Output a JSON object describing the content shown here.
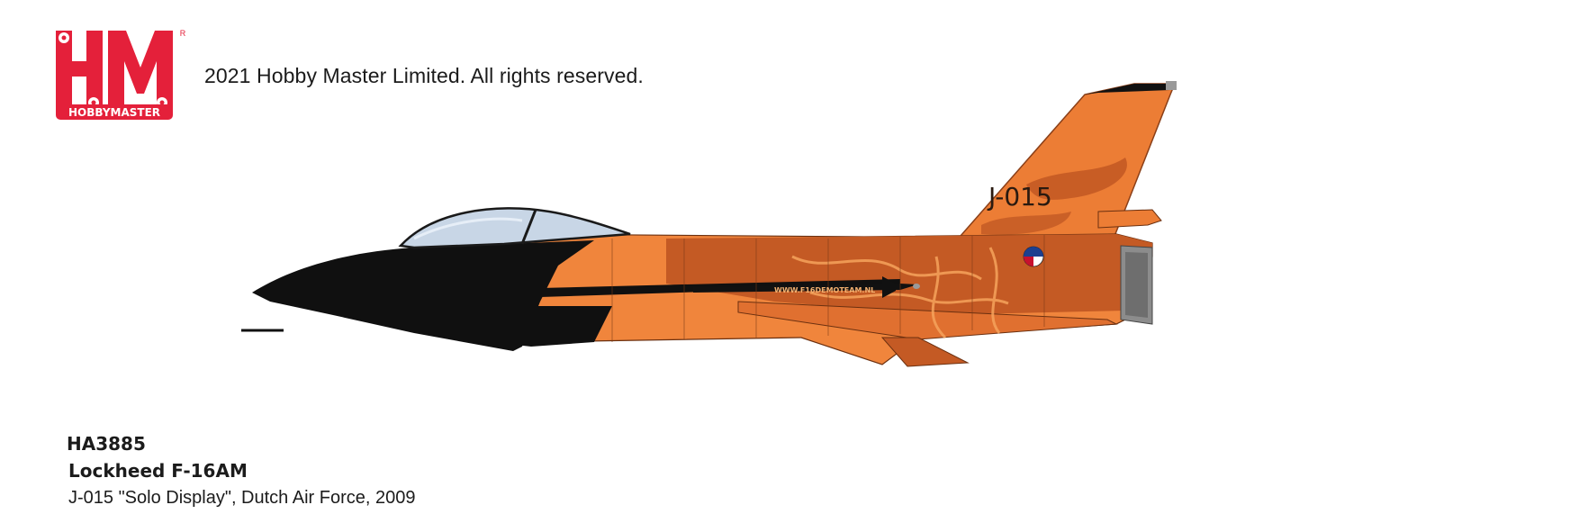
{
  "brand": {
    "logo_initials": "H·M",
    "logo_wordmark": "HOBBYMASTER",
    "registered_mark": "R",
    "color": "#e4203a"
  },
  "copyright": "2021 Hobby Master Limited. All rights reserved.",
  "aircraft": {
    "tail_code": "J-015",
    "website": "WWW.F16DEMOTEAM.NL",
    "colors": {
      "orange_light": "#f0853c",
      "orange_dark": "#c45a24",
      "black": "#101010"
    }
  },
  "caption": {
    "product_code": "HA3885",
    "model": "Lockheed F-16AM",
    "description": "J-015 \"Solo Display\", Dutch Air Force, 2009"
  }
}
